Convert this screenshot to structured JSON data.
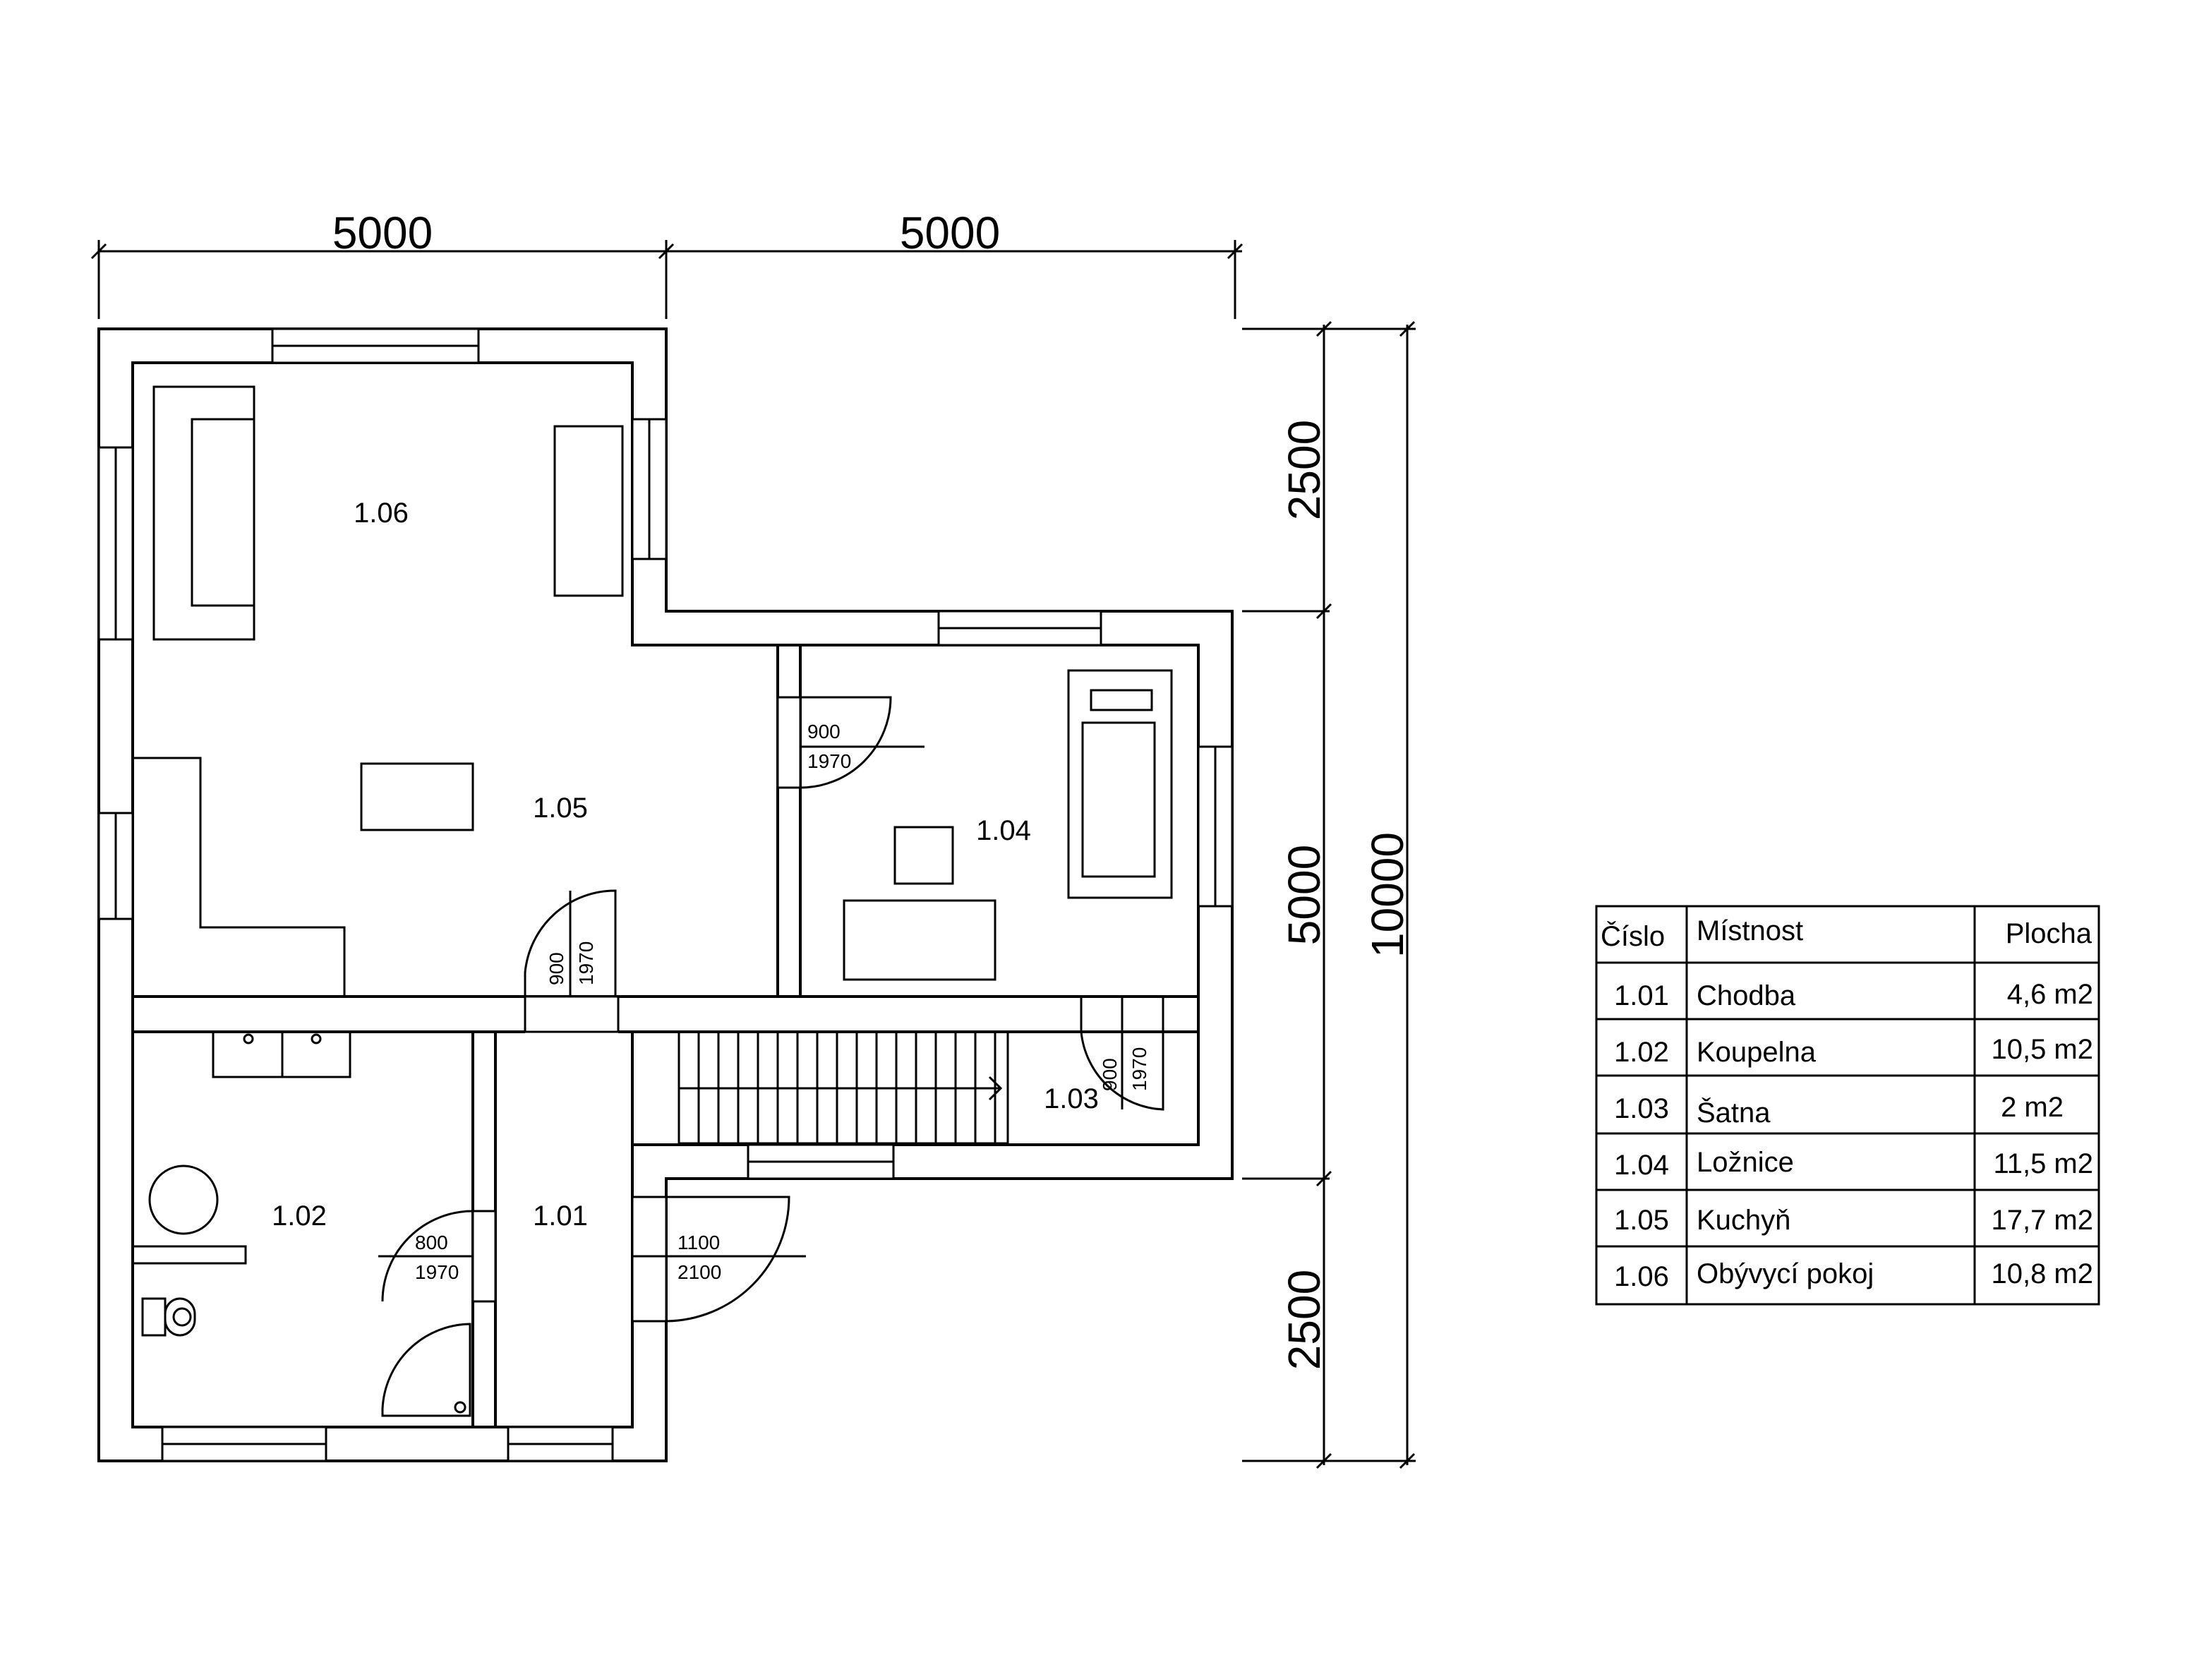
{
  "dimensions": {
    "top_left": "5000",
    "top_right": "5000",
    "right_top": "2500",
    "right_middle": "5000",
    "right_bottom": "2500",
    "right_total": "10000"
  },
  "rooms": {
    "r101": "1.01",
    "r102": "1.02",
    "r103": "1.03",
    "r104": "1.04",
    "r105": "1.05",
    "r106": "1.06"
  },
  "doors": {
    "d104": {
      "width": "900",
      "height": "1970"
    },
    "d105": {
      "width": "900",
      "height": "1970"
    },
    "d103": {
      "width": "900",
      "height": "1970"
    },
    "d102": {
      "width": "800",
      "height": "1970"
    },
    "d_entry": {
      "width": "1100",
      "height": "2100"
    }
  },
  "table": {
    "headers": [
      "Číslo",
      "Místnost",
      "Plocha"
    ],
    "rows": [
      [
        "1.01",
        "Chodba",
        "4,6 m2"
      ],
      [
        "1.02",
        "Koupelna",
        "10,5 m2"
      ],
      [
        "1.03",
        "Šatna",
        "2 m2"
      ],
      [
        "1.04",
        "Ložnice",
        "11,5 m2"
      ],
      [
        "1.05",
        "Kuchyň",
        "17,7 m2"
      ],
      [
        "1.06",
        "Obývycí pokoj",
        "10,8 m2"
      ]
    ]
  }
}
